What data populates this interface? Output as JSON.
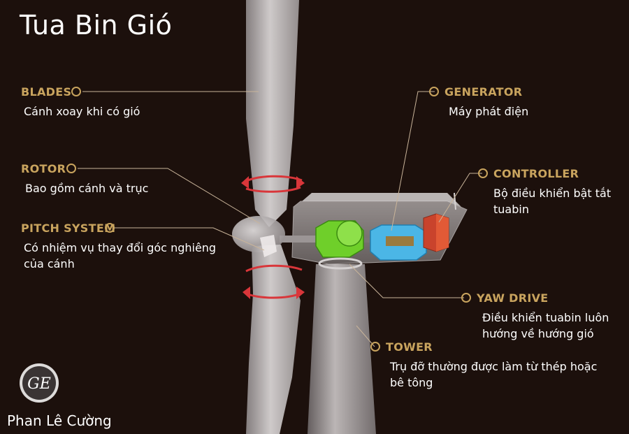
{
  "title": "Tua Bin Gió",
  "author": "Phan Lê Cường",
  "logo": {
    "icon": "ge-logo-icon",
    "text": "GE"
  },
  "colors": {
    "background": "#1c100c",
    "label": "#c9a45e",
    "text": "#ffffff",
    "generator": "#4bb6e6",
    "gearbox": "#6fcf2a",
    "controller": "#c9432c",
    "arrows": "#d9363a"
  },
  "callouts": {
    "blades": {
      "label": "BLADES",
      "desc": "Cánh xoay khi có gió"
    },
    "rotor": {
      "label": "ROTOR",
      "desc": "Bao gồm cánh và trục"
    },
    "pitch": {
      "label": "PITCH SYSTEM",
      "desc1": "Có nhiệm vụ thay đổi góc nghiêng",
      "desc2": "của cánh"
    },
    "generator": {
      "label": "GENERATOR",
      "desc": "Máy phát điện"
    },
    "controller": {
      "label": "CONTROLLER",
      "desc1": "Bộ điều khiển bật tắt",
      "desc2": "tuabin"
    },
    "yaw": {
      "label": "YAW DRIVE",
      "desc1": "Điều khiển tuabin luôn",
      "desc2": "hướng về hướng gió"
    },
    "tower": {
      "label": "TOWER",
      "desc1": "Trụ đỡ thường được làm từ thép hoặc",
      "desc2": "bê tông"
    }
  }
}
